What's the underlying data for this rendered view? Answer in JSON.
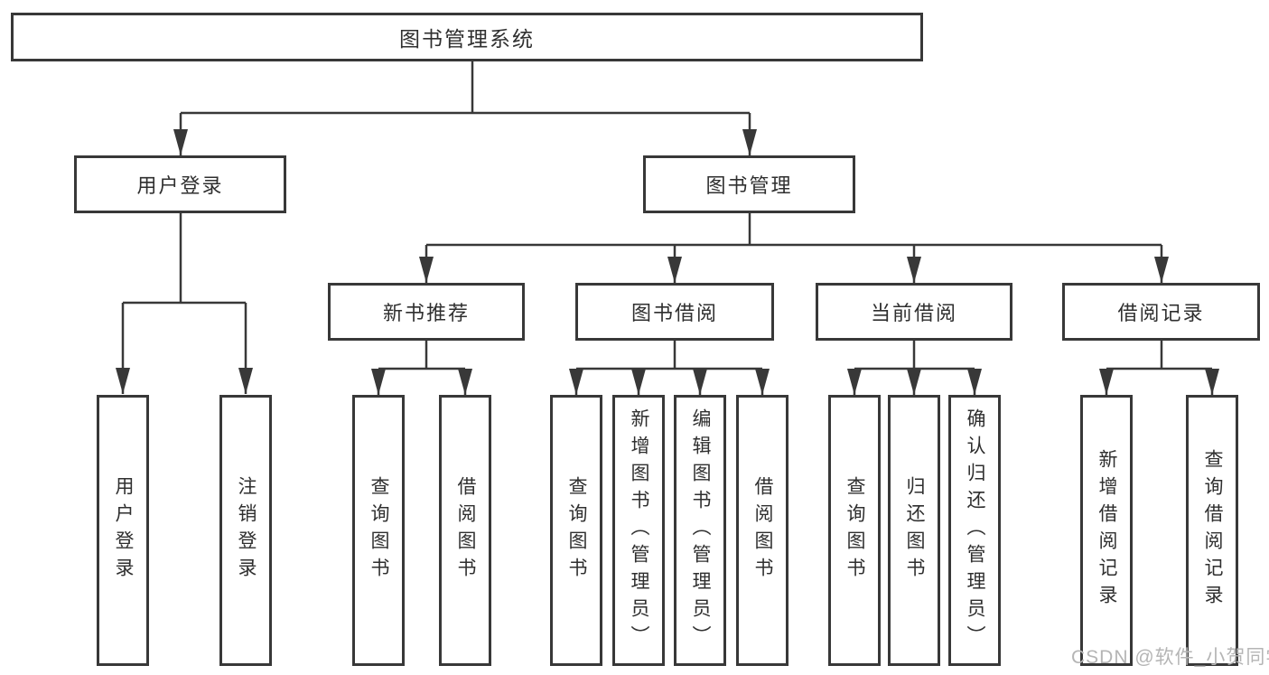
{
  "diagram": {
    "root": {
      "label": "图书管理系统"
    },
    "branches": [
      {
        "label": "用户登录",
        "children": [
          {
            "label": "用户登录"
          },
          {
            "label": "注销登录"
          }
        ]
      },
      {
        "label": "图书管理",
        "children": [
          {
            "label": "新书推荐",
            "children": [
              {
                "label": "查询图书"
              },
              {
                "label": "借阅图书"
              }
            ]
          },
          {
            "label": "图书借阅",
            "children": [
              {
                "label": "查询图书"
              },
              {
                "label": "新增图书（管理员）"
              },
              {
                "label": "编辑图书（管理员）"
              },
              {
                "label": "借阅图书"
              }
            ]
          },
          {
            "label": "当前借阅",
            "children": [
              {
                "label": "查询图书"
              },
              {
                "label": "归还图书"
              },
              {
                "label": "确认归还（管理员）"
              }
            ]
          },
          {
            "label": "借阅记录",
            "children": [
              {
                "label": "新增借阅记录"
              },
              {
                "label": "查询借阅记录"
              }
            ]
          }
        ]
      }
    ]
  },
  "watermark": {
    "text": "CSDN @软件_小贺同学"
  },
  "colors": {
    "line": "#383838",
    "text": "#2f2f2f",
    "watermark": "#b5b5b5",
    "background": "#ffffff"
  }
}
